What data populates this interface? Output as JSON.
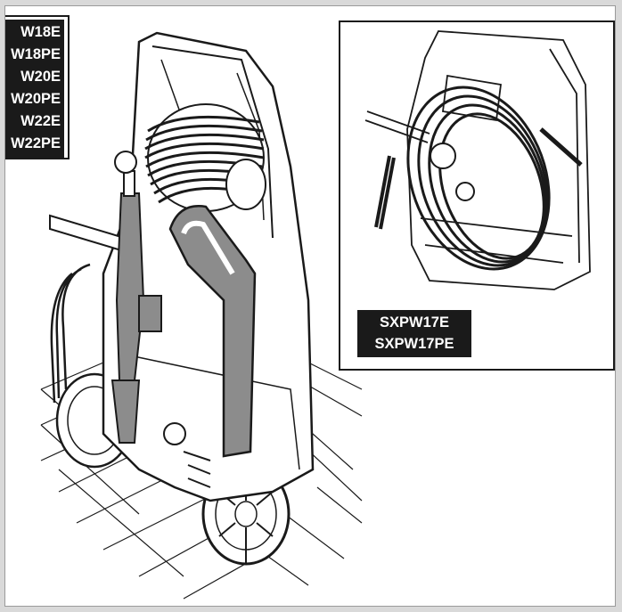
{
  "left_models": [
    "W18E",
    "W18PE",
    "W20E",
    "W20PE",
    "W22E",
    "W22PE"
  ],
  "inset_models": [
    "SXPW17E",
    "SXPW17PE"
  ],
  "illustrations": {
    "main": "pressure-washer-with-hose-reel-and-spray-lance-illustration",
    "inset": "pressure-washer-with-coiled-hose-illustration"
  },
  "colors": {
    "ink": "#1a1a1a",
    "gray_part": "#8c8c8c",
    "background": "#d9d9d9",
    "paper": "#ffffff"
  }
}
